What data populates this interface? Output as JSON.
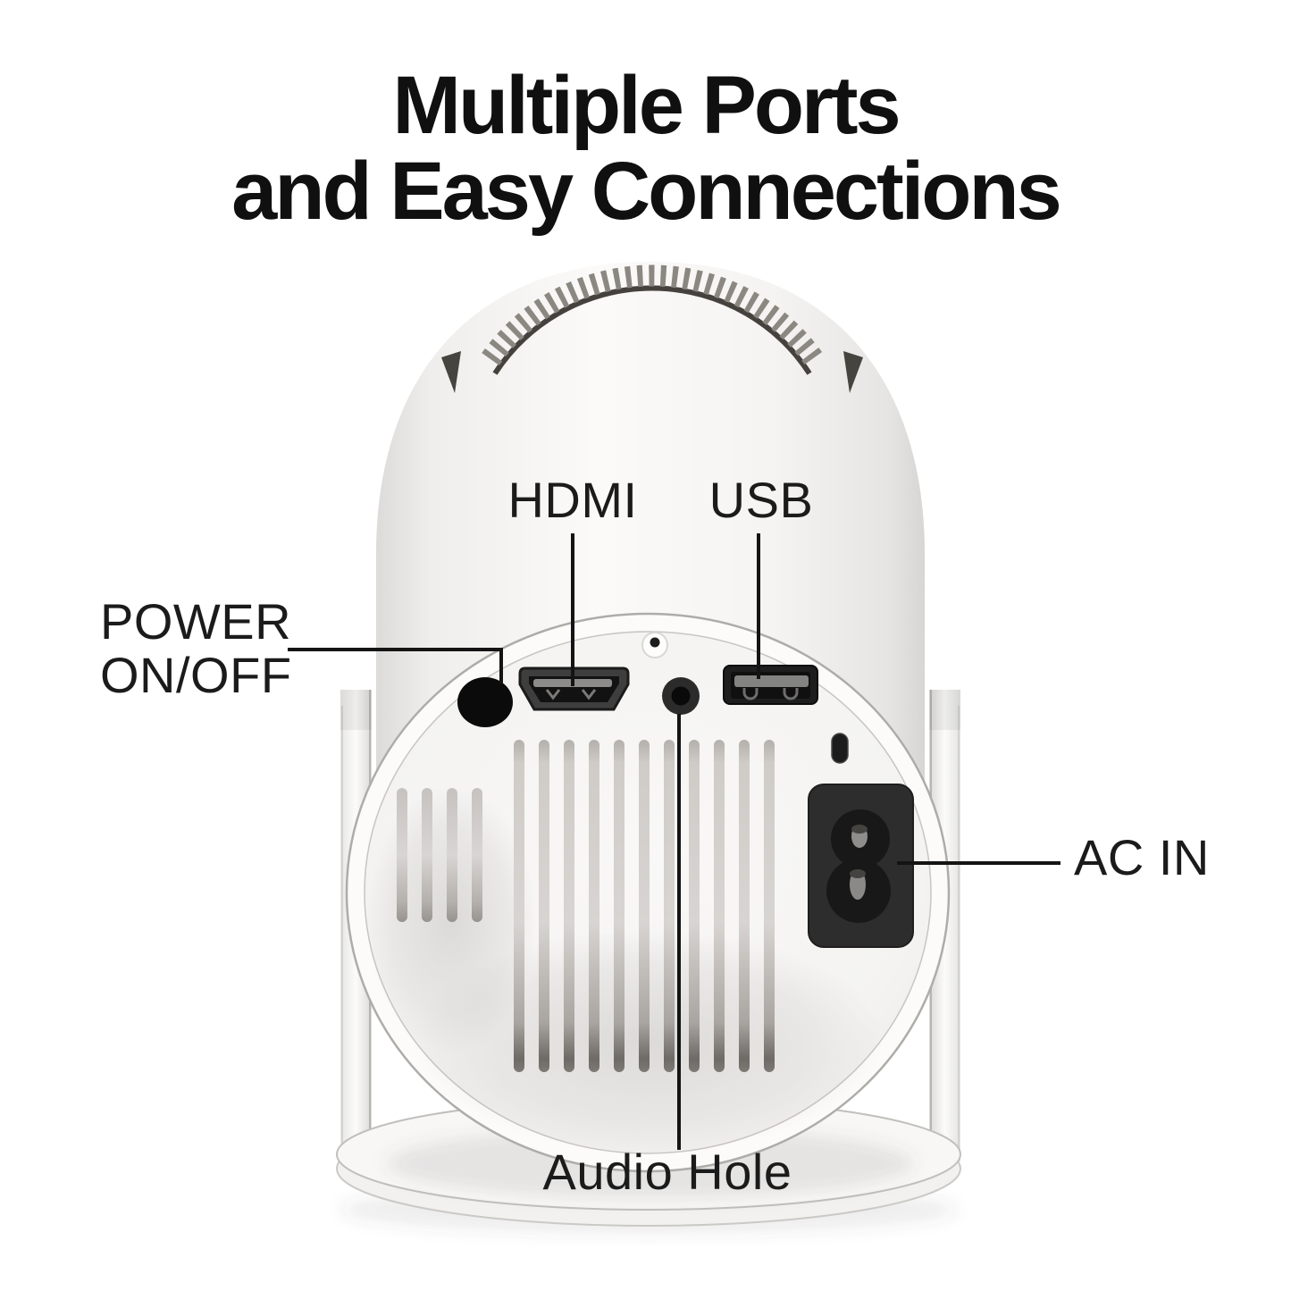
{
  "title": {
    "line1": "Multiple Ports",
    "line2": "and Easy Connections"
  },
  "callouts": {
    "hdmi": "HDMI",
    "usb": "USB",
    "power": {
      "line1": "POWER",
      "line2": "ON/OFF"
    },
    "ac_in": "AC IN",
    "audio_hole": "Audio Hole"
  },
  "colors": {
    "title": "#101010",
    "label": "#1b1b1b",
    "leader_line": "#141414",
    "device_white": "#f7f6f5",
    "port_black": "#1a1a1a",
    "vent_gray": "#c9c5c1",
    "socket_dark": "#2e2d2d"
  }
}
